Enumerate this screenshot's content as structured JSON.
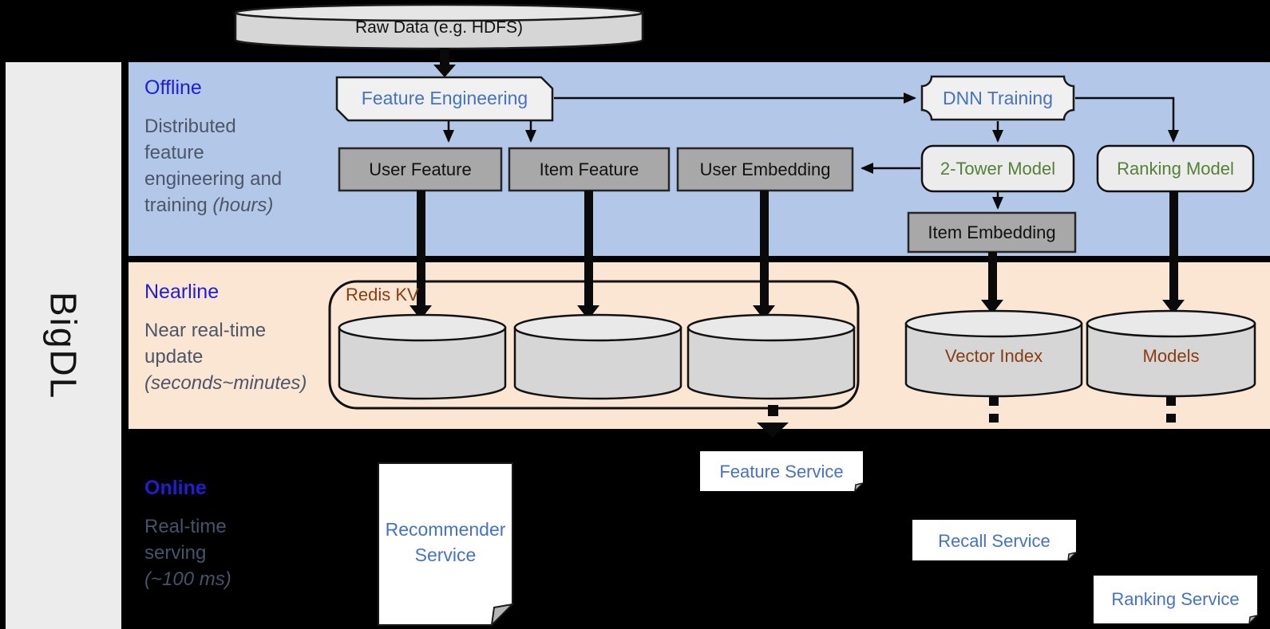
{
  "sidebar": {
    "brand": "BigDL"
  },
  "source": {
    "label": "Raw Data (e.g. HDFS)"
  },
  "lanes": {
    "offline": {
      "title": "Offline",
      "desc": [
        "Distributed",
        "feature",
        "engineering and"
      ],
      "desc_last": {
        "text": "training ",
        "italic": "(hours)"
      }
    },
    "nearline": {
      "title": "Nearline",
      "desc": [
        "Near real-time",
        "update"
      ],
      "desc_last": {
        "italic": "(seconds~minutes)"
      }
    },
    "online": {
      "title": "Online",
      "desc": [
        "Real-time",
        "serving"
      ],
      "desc_last": {
        "italic": "(~100 ms)"
      }
    }
  },
  "offline_nodes": {
    "feature_engineering": "Feature Engineering",
    "dnn_training": "DNN Training",
    "user_feature": "User Feature",
    "item_feature": "Item Feature",
    "user_embedding": "User Embedding",
    "two_tower_model": "2-Tower Model",
    "ranking_model": "Ranking Model",
    "item_embedding": "Item Embedding"
  },
  "nearline_nodes": {
    "redis_kv": "Redis KV",
    "vector_index": "Vector Index",
    "models": "Models"
  },
  "online_nodes": {
    "recommender_service": {
      "line1": "Recommender",
      "line2": "Service"
    },
    "feature_service": "Feature Service",
    "recall_service": "Recall Service",
    "ranking_service": "Ranking Service"
  },
  "colors": {
    "lane_offline_bg": "#b3c7e8",
    "lane_nearline_bg": "#fbe5d3",
    "online_bg": "#000000",
    "lane_title_blue": "#1d1de0",
    "process_text_blue": "#4472c4",
    "model_text_green": "#538135",
    "storage_text_brown": "#8a3c10",
    "desc_text_gray": "#4c5668",
    "gray_box_fill": "#a8a8a8",
    "light_box_fill": "#ececec",
    "cylinder_fill": "#d6d6d6"
  }
}
